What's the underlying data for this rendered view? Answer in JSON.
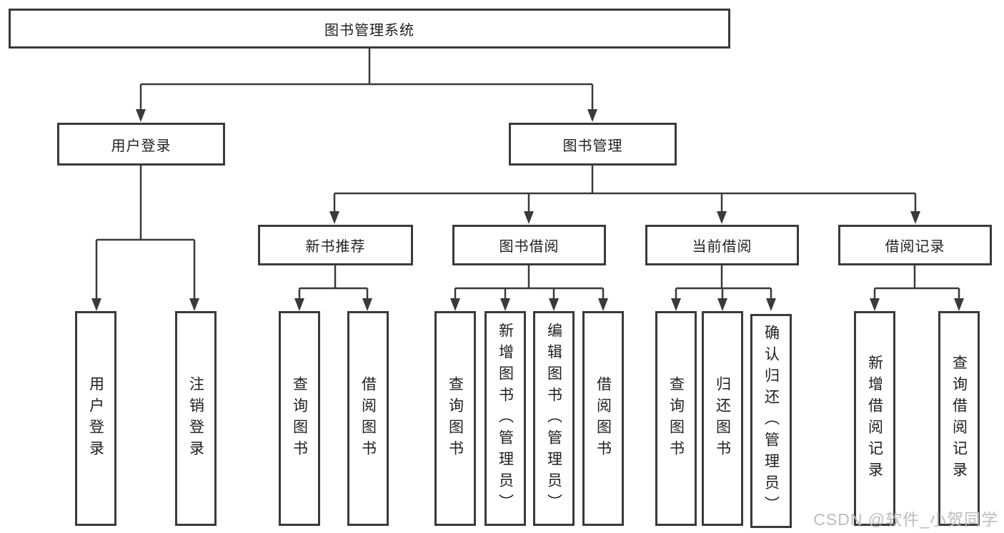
{
  "colors": {
    "line": "#3a3a3a",
    "box_border": "#3a3a3a",
    "text": "#1f1f1f",
    "watermark": "#bcbcbc",
    "background": "#ffffff"
  },
  "watermark": {
    "text": "CSDN @软件_小贺同学"
  },
  "tree": {
    "label": "图书管理系统",
    "children": [
      {
        "label": "用户登录",
        "children": [
          {
            "label": "用户登录"
          },
          {
            "label": "注销登录"
          }
        ]
      },
      {
        "label": "图书管理",
        "children": [
          {
            "label": "新书推荐",
            "children": [
              {
                "label": "查询图书"
              },
              {
                "label": "借阅图书"
              }
            ]
          },
          {
            "label": "图书借阅",
            "children": [
              {
                "label": "查询图书"
              },
              {
                "label": "新增图书（管理员）"
              },
              {
                "label": "编辑图书（管理员）"
              },
              {
                "label": "借阅图书"
              }
            ]
          },
          {
            "label": "当前借阅",
            "children": [
              {
                "label": "查询图书"
              },
              {
                "label": "归还图书"
              },
              {
                "label": "确认归还（管理员）"
              }
            ]
          },
          {
            "label": "借阅记录",
            "children": [
              {
                "label": "新增借阅记录"
              },
              {
                "label": "查询借阅记录"
              }
            ]
          }
        ]
      }
    ]
  }
}
